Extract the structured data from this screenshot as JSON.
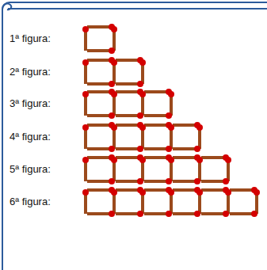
{
  "diagram": {
    "labels": [
      "1ª figura:",
      "2ª figura:",
      "3ª figura:",
      "4ª figura:",
      "5ª figura:",
      "6ª figura:"
    ]
  }
}
